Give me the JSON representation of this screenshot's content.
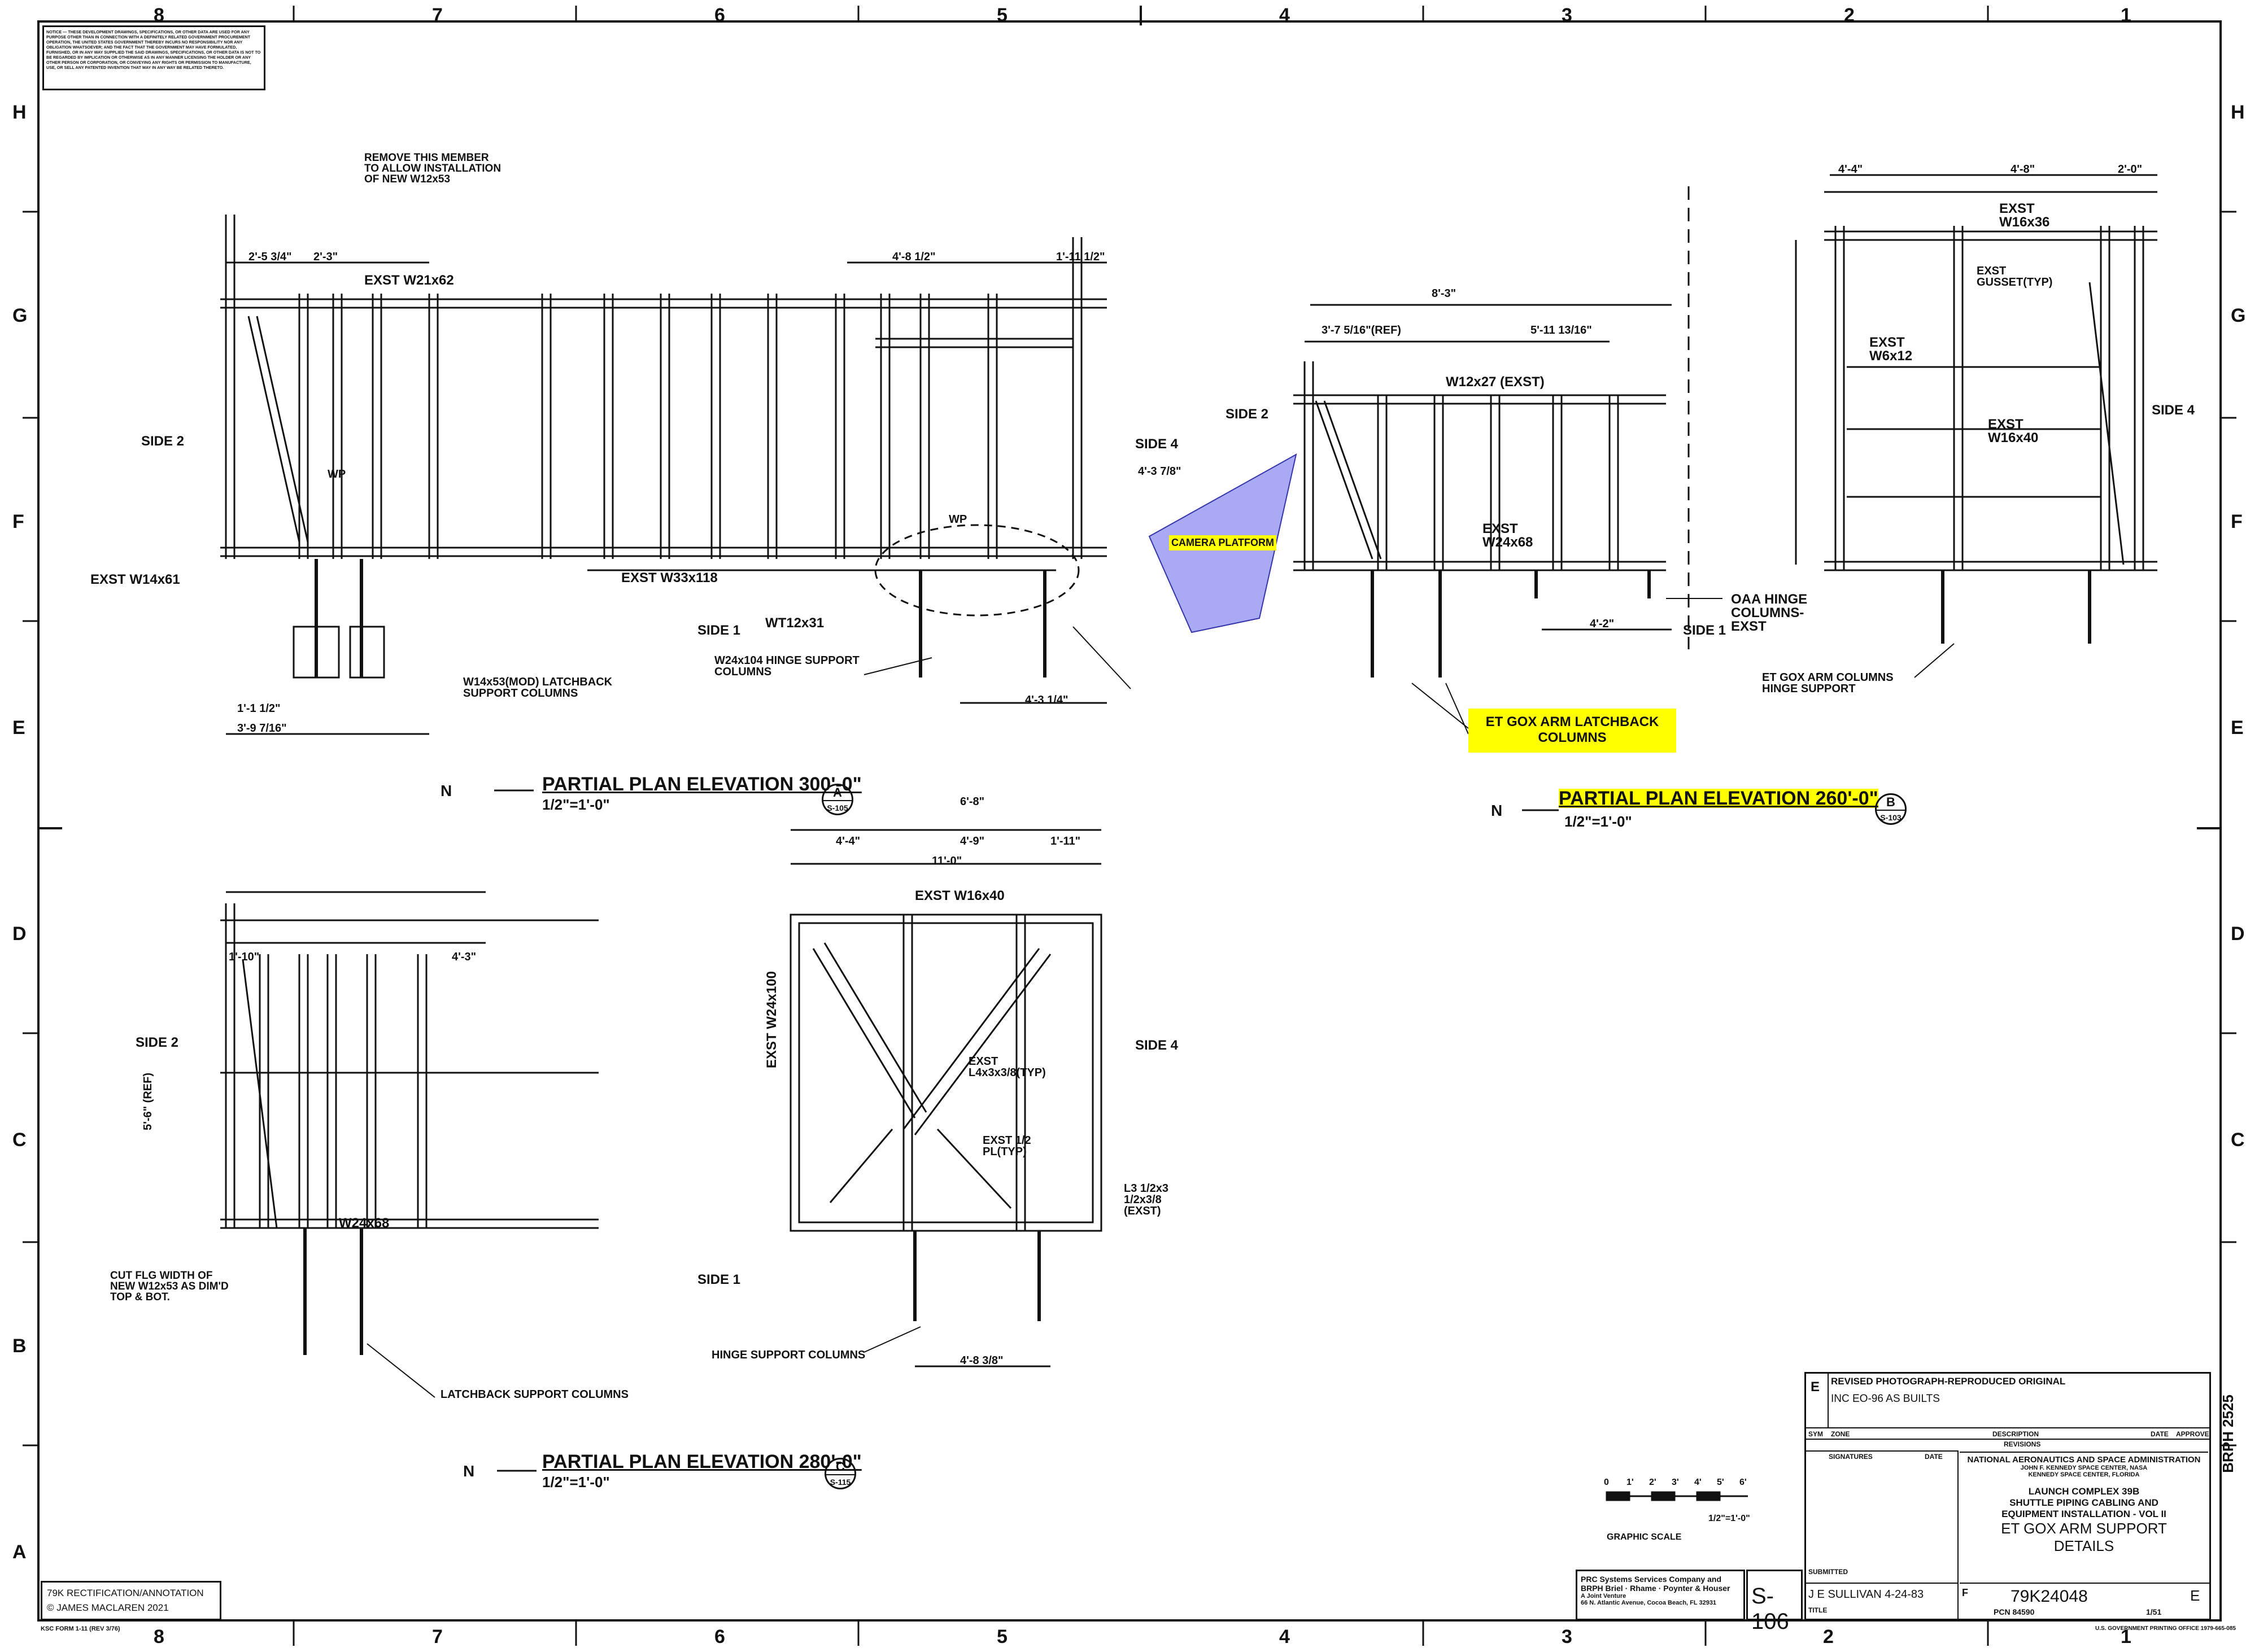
{
  "sheet": {
    "border_columns": [
      "8",
      "7",
      "6",
      "5",
      "4",
      "3",
      "2",
      "1"
    ],
    "border_rows": [
      "H",
      "G",
      "F",
      "E",
      "D",
      "C",
      "B",
      "A"
    ]
  },
  "notice_text": "NOTICE — THESE DEVELOPMENT DRAWINGS, SPECIFICATIONS, OR OTHER DATA ARE USED FOR ANY PURPOSE OTHER THAN IN CONNECTION WITH A DEFINITELY RELATED GOVERNMENT PROCUREMENT OPERATION, THE UNITED STATES GOVERNMENT THEREBY INCURS NO RESPONSIBILITY NOR ANY OBLIGATION WHATSOEVER; AND THE FACT THAT THE GOVERNMENT MAY HAVE FORMULATED, FURNISHED, OR IN ANY WAY SUPPLIED THE SAID DRAWINGS, SPECIFICATIONS, OR OTHER DATA IS NOT TO BE REGARDED BY IMPLICATION OR OTHERWISE AS IN ANY MANNER LICENSING THE HOLDER OR ANY OTHER PERSON OR CORPORATION, OR CONVEYING ANY RIGHTS OR PERMISSION TO MANUFACTURE, USE, OR SELL ANY PATENTED INVENTION THAT MAY IN ANY WAY BE RELATED THERETO.",
  "views": {
    "v300": {
      "title": "PARTIAL PLAN ELEVATION 300'-0\"",
      "scale": "1/2\"=1'-0\"",
      "bubble_top": "A",
      "bubble_bottom": "S-105"
    },
    "v260": {
      "title": "PARTIAL PLAN ELEVATION 260'-0\"",
      "scale": "1/2\"=1'-0\"",
      "bubble_top": "B",
      "bubble_bottom": "S-103"
    },
    "v280": {
      "title": "PARTIAL PLAN ELEVATION 280'-0\"",
      "scale": "1/2\"=1'-0\"",
      "bubble_top": "C",
      "bubble_bottom": "S-115"
    }
  },
  "north": "N",
  "annotations": {
    "camera_platform": "CAMERA PLATFORM",
    "gox_latchback": "ET GOX ARM LATCHBACK COLUMNS",
    "remove_member": "REMOVE THIS MEMBER TO ALLOW INSTALLATION OF NEW W12x53",
    "latchback_support_300": "W14x53(MOD) LATCHBACK SUPPORT COLUMNS",
    "hinge_support_300": "W24x104 HINGE SUPPORT COLUMNS",
    "oaa_hinge": "OAA HINGE COLUMNS-EXST",
    "gox_hinge": "ET GOX ARM COLUMNS HINGE SUPPORT",
    "cut_flg": "CUT FLG WIDTH OF NEW W12x53 AS DIM'D TOP & BOT.",
    "latchback_280": "LATCHBACK SUPPORT COLUMNS",
    "hinge_280": "HINGE SUPPORT COLUMNS",
    "exst_w21x62": "EXST W21x62",
    "exst_w14x61": "EXST W14x61",
    "exst_w33x118": "EXST W33x118",
    "wt12x31": "WT12x31",
    "side1": "SIDE 1",
    "side2": "SIDE 2",
    "side4": "SIDE 4",
    "wp": "WP",
    "w12x27_exst": "W12x27 (EXST)",
    "exst_w24x68": "EXST W24x68",
    "exst_w16x36": "EXST W16x36",
    "exst_gusset": "EXST GUSSET(TYP)",
    "exst_w16x40": "EXST W16x40",
    "exst_w24x100": "EXST W24x100",
    "exst_w6x12": "EXST W6x12",
    "w24x68": "W24x68",
    "l3": "L3 1/2x3 1/2x3/8 (EXST)",
    "pl_typ": "EXST 1/2 PL(TYP)",
    "l4": "EXST L4x3x3/8(TYP)"
  },
  "dims": {
    "d1": "2'-5 3/4\"",
    "d2": "2'-3\"",
    "d3": "4'-8 1/2\"",
    "d4": "1'-11 1/2\"",
    "d5": "8'-3\"",
    "d6": "3'-7 5/16\"(REF)",
    "d7": "5'-11 13/16\"",
    "d8": "4'-4\"",
    "d9": "4'-8\"",
    "d10": "2'-0\"",
    "d11": "11'-0\"",
    "d12": "6'-8\"",
    "d13": "4'-9\"",
    "d14": "1'-11\"",
    "d15": "4'-2\"",
    "d16": "1'-1 1/2\"",
    "d17": "3'-9 7/16\"",
    "d18": "4'-3 7/8\"",
    "d19": "4'-3 1/4\"",
    "d20": "1'-10\"",
    "d21": "4'-3\"",
    "d22": "5'-6\" (REF)",
    "d23": "4'-8 3/8\""
  },
  "graphic_scale": {
    "label": "GRAPHIC SCALE",
    "ratio": "1/2\"=1'-0\"",
    "ticks": [
      "0",
      "1'",
      "2'",
      "3'",
      "4'",
      "5'",
      "6'"
    ]
  },
  "revision": {
    "header": "REVISED PHOTOGRAPH-REPRODUCED ORIGINAL",
    "entry_sym": "E",
    "entry_desc": "INC EO-96   AS BUILTS",
    "cols": [
      "SYM",
      "ZONE",
      "DESCRIPTION",
      "DATE",
      "APPROVED"
    ],
    "section": "REVISIONS",
    "signatures": "SIGNATURES",
    "date": "DATE"
  },
  "title_block": {
    "agency": "NATIONAL AERONAUTICS AND SPACE ADMINISTRATION",
    "center": "JOHN F. KENNEDY SPACE CENTER, NASA",
    "location": "KENNEDY SPACE CENTER, FLORIDA",
    "line1": "LAUNCH COMPLEX 39B",
    "line2": "SHUTTLE PIPING CABLING AND",
    "line3": "EQUIPMENT INSTALLATION - VOL II",
    "line4": "ET GOX ARM SUPPORT",
    "line5": "DETAILS",
    "sheet_id": "S-106",
    "drawn": "J E SULLIVAN 4-24-83",
    "submitted": "SUBMITTED",
    "title": "TITLE",
    "size": "F",
    "dwg_no": "79K24048",
    "rev": "E",
    "facil": "PCN 84590",
    "sheet": "1/51",
    "brph": "BRPH 2525",
    "firm1": "PRC Systems Services Company and",
    "firm2": "BRPH Briel · Rhame · Poynter & Houser",
    "firm3": "A Joint Venture",
    "firm4": "66 N. Atlantic Avenue, Cocoa Beach, FL 32931",
    "form": "KSC FORM 1-11 (REV 3/76)",
    "printer": "U.S. GOVERNMENT PRINTING OFFICE 1979-665-085"
  },
  "attribution": {
    "line1": "79K RECTIFICATION/ANNOTATION",
    "line2": "© JAMES MACLAREN 2021"
  },
  "colors": {
    "highlight": "#ffff00",
    "camera": "#8c8cf0",
    "ink": "#111111"
  }
}
